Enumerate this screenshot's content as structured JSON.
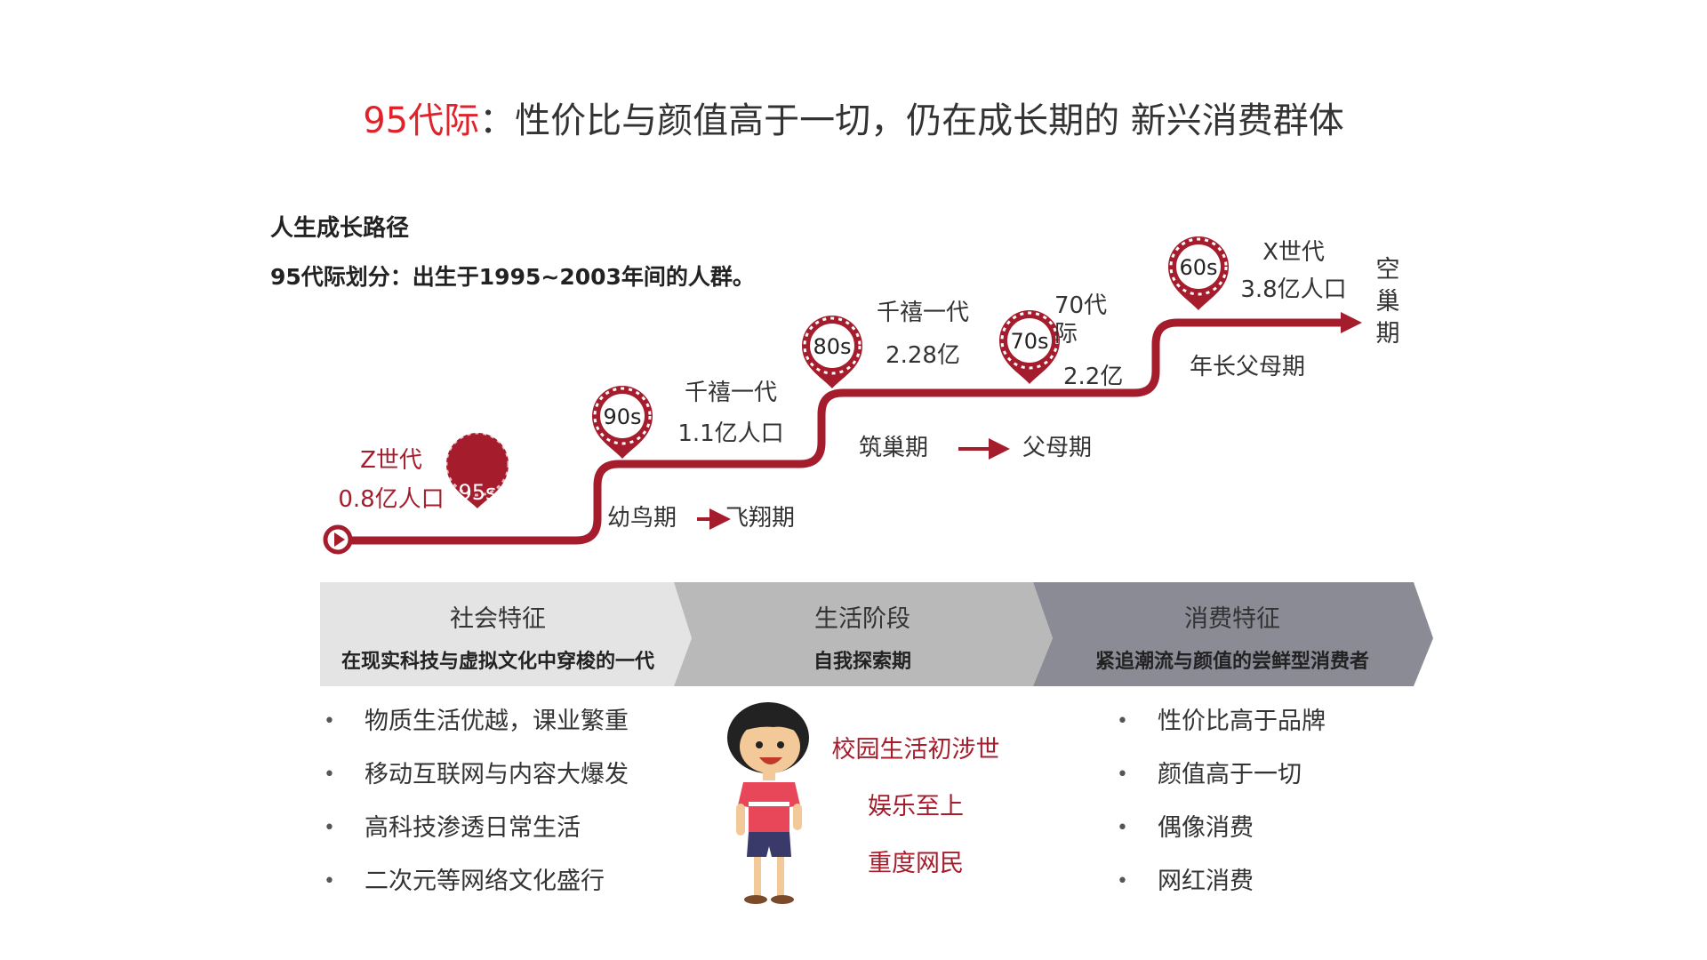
{
  "title": {
    "highlight": "95代际",
    "rest": "：性价比与颜值高于一切，仍在成长期的 新兴消费群体"
  },
  "path": {
    "heading": "人生成长路径",
    "definition": "95代际划分：出生于1995~2003年间的人群。",
    "markers": [
      {
        "id": "95s",
        "label": "95s"
      },
      {
        "id": "90s",
        "label": "90s"
      },
      {
        "id": "80s",
        "label": "80s"
      },
      {
        "id": "70s",
        "label": "70s"
      },
      {
        "id": "60s",
        "label": "60s"
      }
    ],
    "z_gen": {
      "name": "Z世代",
      "population": "0.8亿人口"
    },
    "g90": {
      "name": "千禧一代",
      "population": "1.1亿人口"
    },
    "g80": {
      "name": "千禧一代",
      "population": "2.28亿"
    },
    "g70": {
      "name_a": "70代",
      "name_b": "际",
      "population": "2.2亿"
    },
    "g60": {
      "name": "X世代",
      "population": "3.8亿人口"
    },
    "stage_1a": "幼鸟期",
    "stage_1b": "飞翔期",
    "stage_2a": "筑巢期",
    "stage_2b": "父母期",
    "stage_3": "年长父母期",
    "end_stage": [
      "空",
      "巢",
      "期"
    ],
    "colors": {
      "line": "#a51d2d",
      "marker": "#a51d2d"
    }
  },
  "bands": [
    {
      "title": "社会特征",
      "subtitle": "在现实科技与虚拟文化中穿梭的一代",
      "color": "#e4e4e4"
    },
    {
      "title": "生活阶段",
      "subtitle": "自我探索期",
      "color": "#b8b8b8"
    },
    {
      "title": "消费特征",
      "subtitle": "紧追潮流与颜值的尝鲜型消费者",
      "color": "#898a94"
    }
  ],
  "social_points": [
    "物质生活优越，课业繁重",
    "移动互联网与内容大爆发",
    "高科技渗透日常生活",
    "二次元等网络文化盛行"
  ],
  "life_points": [
    "校园生活初涉世",
    "娱乐至上",
    "重度网民"
  ],
  "consume_points": [
    "性价比高于品牌",
    "颜值高于一切",
    "偶像消费",
    "网红消费"
  ],
  "bullet_char": "•"
}
